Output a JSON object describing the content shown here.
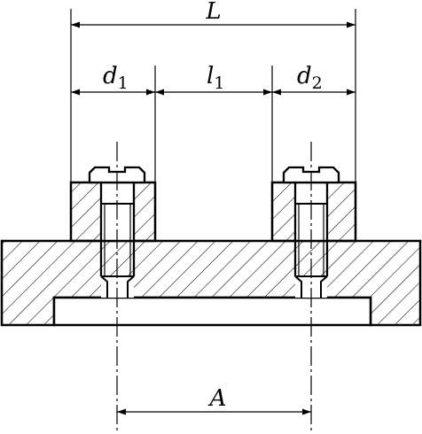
{
  "dimensions": {
    "L": {
      "letter": "L",
      "subscript": ""
    },
    "d1": {
      "letter": "d",
      "subscript": "1"
    },
    "l1": {
      "letter": "l",
      "subscript": "1"
    },
    "d2": {
      "letter": "d",
      "subscript": "2"
    },
    "A": {
      "letter": "A",
      "subscript": ""
    }
  },
  "colors": {
    "line": "#000000",
    "background": "#ffffff"
  }
}
